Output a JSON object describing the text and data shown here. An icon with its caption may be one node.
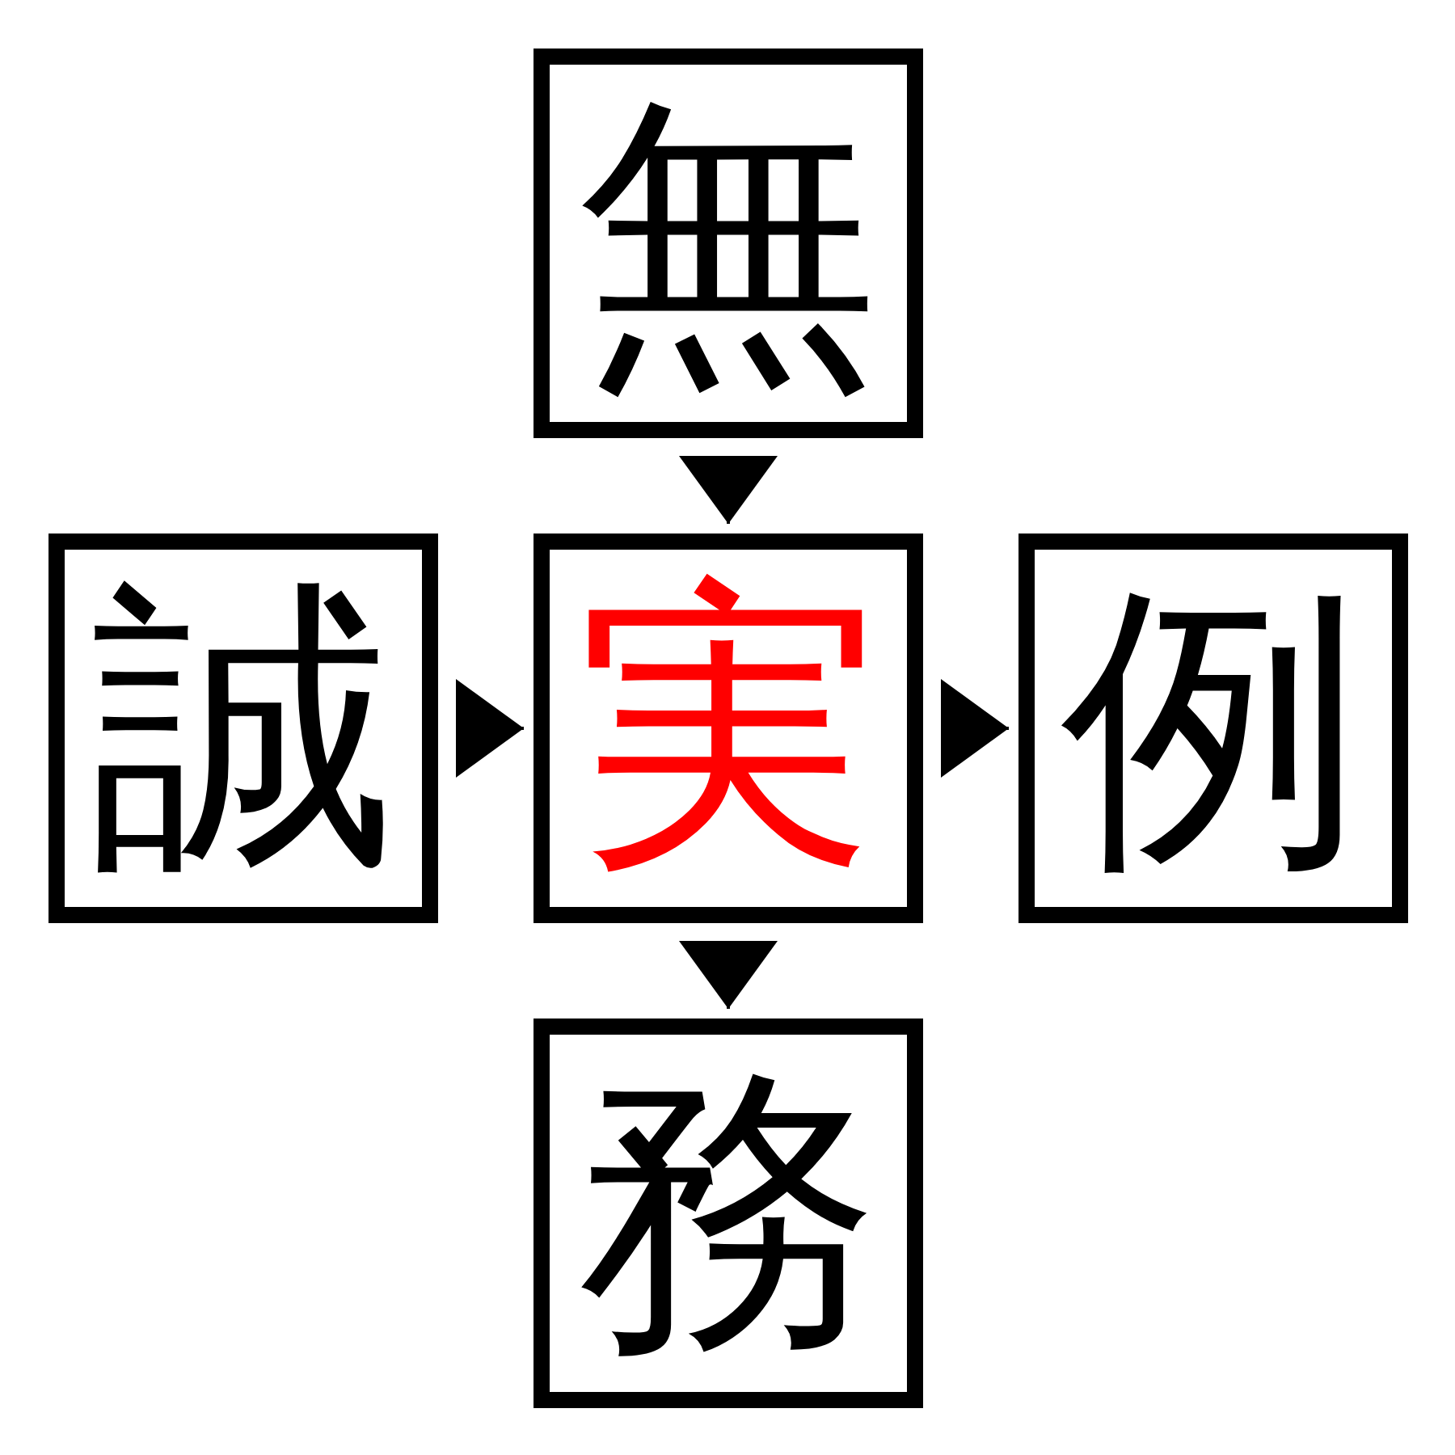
{
  "diagram": {
    "nodes": [
      {
        "text": [
          "無"
        ]
      },
      {
        "text": [
          "誠"
        ]
      },
      {
        "text": [
          "実"
        ]
      },
      {
        "text": [
          "例"
        ]
      },
      {
        "text": [
          "務"
        ]
      }
    ],
    "edges": [
      {
        "from": 0,
        "to": 2,
        "arrow": "to"
      },
      {
        "from": 1,
        "to": 2,
        "arrow": "to"
      },
      {
        "from": 2,
        "to": 3,
        "arrow": "to"
      },
      {
        "from": 2,
        "to": 4,
        "arrow": "to"
      }
    ]
  }
}
